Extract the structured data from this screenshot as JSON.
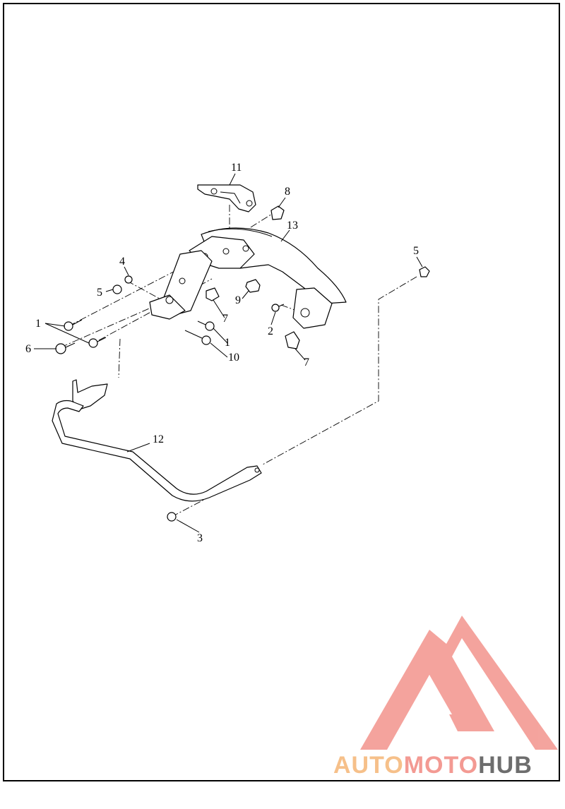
{
  "callouts": [
    {
      "id": "c11",
      "label": "11"
    },
    {
      "id": "c8",
      "label": "8"
    },
    {
      "id": "c13",
      "label": "13"
    },
    {
      "id": "c5a",
      "label": "5"
    },
    {
      "id": "c4",
      "label": "4"
    },
    {
      "id": "c5b",
      "label": "5"
    },
    {
      "id": "c9",
      "label": "9"
    },
    {
      "id": "c7a",
      "label": "7"
    },
    {
      "id": "c1a",
      "label": "1"
    },
    {
      "id": "c2",
      "label": "2"
    },
    {
      "id": "c1b",
      "label": "1"
    },
    {
      "id": "c6",
      "label": "6"
    },
    {
      "id": "c10",
      "label": "10"
    },
    {
      "id": "c7b",
      "label": "7"
    },
    {
      "id": "c12",
      "label": "12"
    },
    {
      "id": "c3",
      "label": "3"
    }
  ],
  "watermark": {
    "logo": "automotohub-triangle-logo",
    "part1": "AUTO",
    "part2": "MOTO",
    "part3": "HUB",
    "colors": {
      "auto": "#f6c08a",
      "moto": "#f39a93",
      "hub": "#6d6d6d",
      "triangle": "#f39a93"
    }
  }
}
